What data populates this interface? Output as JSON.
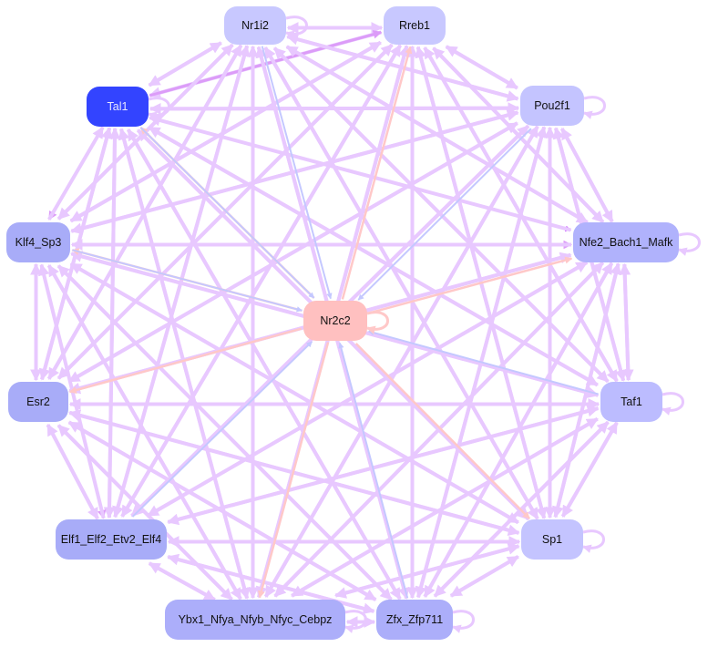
{
  "graph": {
    "nodes": [
      {
        "id": "nr1i2",
        "label": "Nr1i2",
        "color": "#c8c8ff"
      },
      {
        "id": "rreb1",
        "label": "Rreb1",
        "color": "#c8c8ff"
      },
      {
        "id": "tal1",
        "label": "Tal1",
        "color": "#3344ff",
        "text_color": "#e8e8ff"
      },
      {
        "id": "pou2f1",
        "label": "Pou2f1",
        "color": "#c4c4ff"
      },
      {
        "id": "klf4",
        "label": "Klf4_Sp3",
        "color": "#a8acf8"
      },
      {
        "id": "nfe2",
        "label": "Nfe2_Bach1_Mafk",
        "color": "#b0b2fc"
      },
      {
        "id": "nr2c2",
        "label": "Nr2c2",
        "color": "#ffc0c0"
      },
      {
        "id": "esr2",
        "label": "Esr2",
        "color": "#a8acf8"
      },
      {
        "id": "taf1",
        "label": "Taf1",
        "color": "#bcbcff"
      },
      {
        "id": "elf1",
        "label": "Elf1_Elf2_Etv2_Elf4",
        "color": "#a8acf8"
      },
      {
        "id": "sp1",
        "label": "Sp1",
        "color": "#c4c4ff"
      },
      {
        "id": "ybx1",
        "label": "Ybx1_Nfya_Nfyb_Nfyc_Cebpz",
        "color": "#acaefa"
      },
      {
        "id": "zfx",
        "label": "Zfx_Zfp711",
        "color": "#acaefa"
      }
    ],
    "edge_colors": {
      "default": "#e8c8ff",
      "strong": "#c040ff",
      "medium": "#dc9cf8",
      "pink": "#ffc8c8",
      "blue": "#c4c8ff"
    }
  }
}
